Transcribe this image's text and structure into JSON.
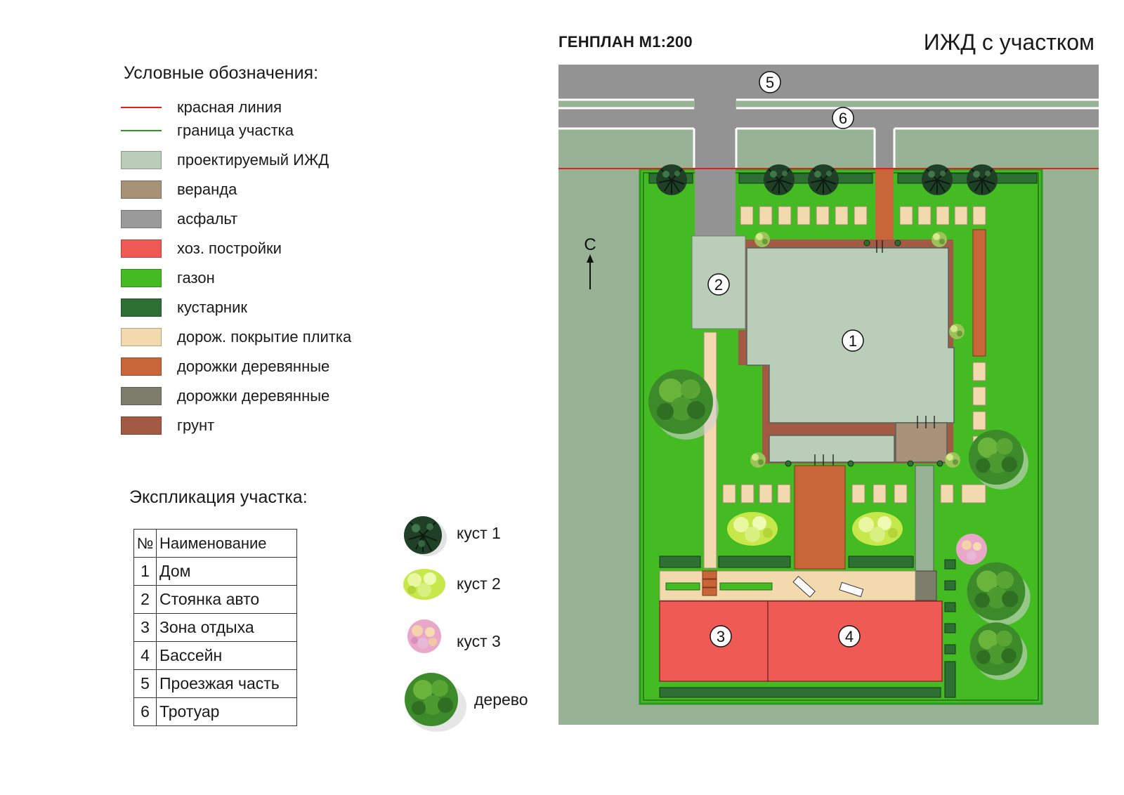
{
  "legend": {
    "title": "Условные обозначения:",
    "items": [
      {
        "label": "красная линия",
        "kind": "line",
        "color": "#e02020"
      },
      {
        "label": "граница участка",
        "kind": "line",
        "color": "#2a9a20"
      },
      {
        "label": "проектируемый ИЖД",
        "kind": "fill",
        "color": "#b9cdb9"
      },
      {
        "label": "веранда",
        "kind": "fill",
        "color": "#a89277"
      },
      {
        "label": "асфальт",
        "kind": "fill",
        "color": "#9a9a9a"
      },
      {
        "label": "хоз. постройки",
        "kind": "fill",
        "color": "#f05a55"
      },
      {
        "label": "газон",
        "kind": "fill",
        "color": "#44bb22"
      },
      {
        "label": "кустарник",
        "kind": "fill",
        "color": "#2e7033"
      },
      {
        "label": "дорож. покрытие плитка",
        "kind": "fill",
        "color": "#f2d9ae"
      },
      {
        "label": "дорожки деревянные",
        "kind": "fill",
        "color": "#c8663a"
      },
      {
        "label": "дорожки деревянные",
        "kind": "fill",
        "color": "#7d7d6c"
      },
      {
        "label": "грунт",
        "kind": "fill",
        "color": "#a35a45"
      }
    ]
  },
  "explication": {
    "title": "Экспликация участка:",
    "header": {
      "num": "№",
      "name": "Наименование"
    },
    "rows": [
      {
        "num": "1",
        "name": "Дом"
      },
      {
        "num": "2",
        "name": "Стоянка авто"
      },
      {
        "num": "3",
        "name": "Зона отдыха"
      },
      {
        "num": "4",
        "name": "Бассейн"
      },
      {
        "num": "5",
        "name": "Проезжая часть"
      },
      {
        "num": "6",
        "name": "Тротуар"
      }
    ]
  },
  "plants": [
    {
      "label": "куст 1",
      "icon": "dark-shrub-icon"
    },
    {
      "label": "куст 2",
      "icon": "light-shrub-icon"
    },
    {
      "label": "куст 3",
      "icon": "pink-shrub-icon"
    },
    {
      "label": "дерево",
      "icon": "tree-icon"
    }
  ],
  "plan": {
    "title": "ГЕНПЛАН М1:200",
    "project_title": "ИЖД с участком",
    "north_label": "С",
    "markers": [
      "1",
      "2",
      "3",
      "4",
      "5",
      "6"
    ]
  }
}
